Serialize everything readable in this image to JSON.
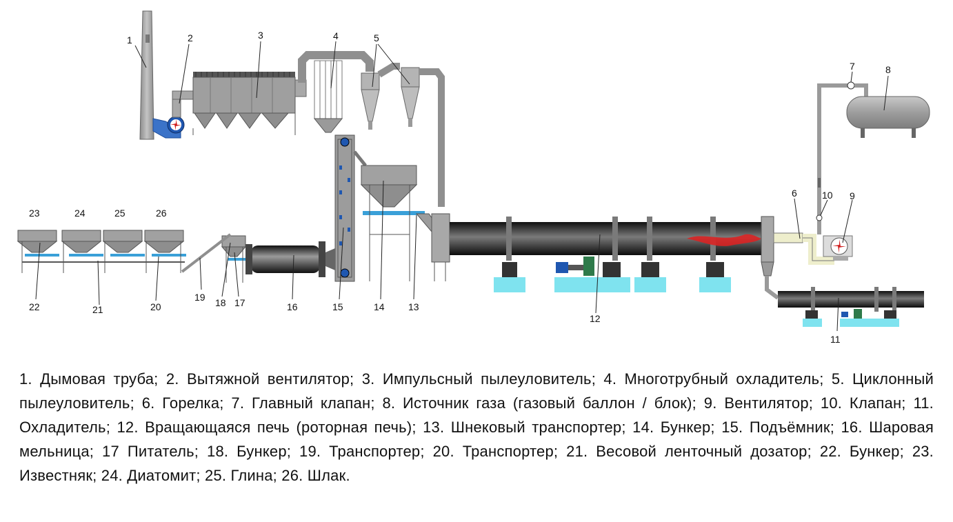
{
  "labels": {
    "n1": "1",
    "n2": "2",
    "n3": "3",
    "n4": "4",
    "n5": "5",
    "n6": "6",
    "n7": "7",
    "n8": "8",
    "n9": "9",
    "n10": "10",
    "n11": "11",
    "n12": "12",
    "n13": "13",
    "n14": "14",
    "n15": "15",
    "n16": "16",
    "n17": "17",
    "n18": "18",
    "n19": "19",
    "n20": "20",
    "n21": "21",
    "n22": "22",
    "n23": "23",
    "n24": "24",
    "n25": "25",
    "n26": "26"
  },
  "caption": "1. Дымовая труба; 2. Вытяжной вентилятор; 3. Импульсный пылеуловитель; 4. Многотрубный охладитель; 5. Циклонный пылеуловитель; 6. Горелка; 7. Главный клапан; 8. Источник газа (газовый баллон / блок); 9. Вентилятор; 10. Клапан; 11. Охладитель; 12. Вращающаяся печь (роторная печь); 13. Шнековый транспортер; 14. Бункер; 15. Подъёмник; 16. Шаровая мельница; 17 Питатель; 18. Бункер; 19. Транспортер; 20. Транспортер; 21. Весовой ленточный дозатор; 22. Бункер; 23. Известняк; 24. Диатомит; 25. Глина; 26. Шлак.",
  "colors": {
    "equipment": "#9a9a9a",
    "kiln": "#1a1a1a",
    "foundation": "#7fe3ef",
    "conveyor": "#3aa0d8",
    "fan": "#1f57b0",
    "flame": "#e02020"
  }
}
